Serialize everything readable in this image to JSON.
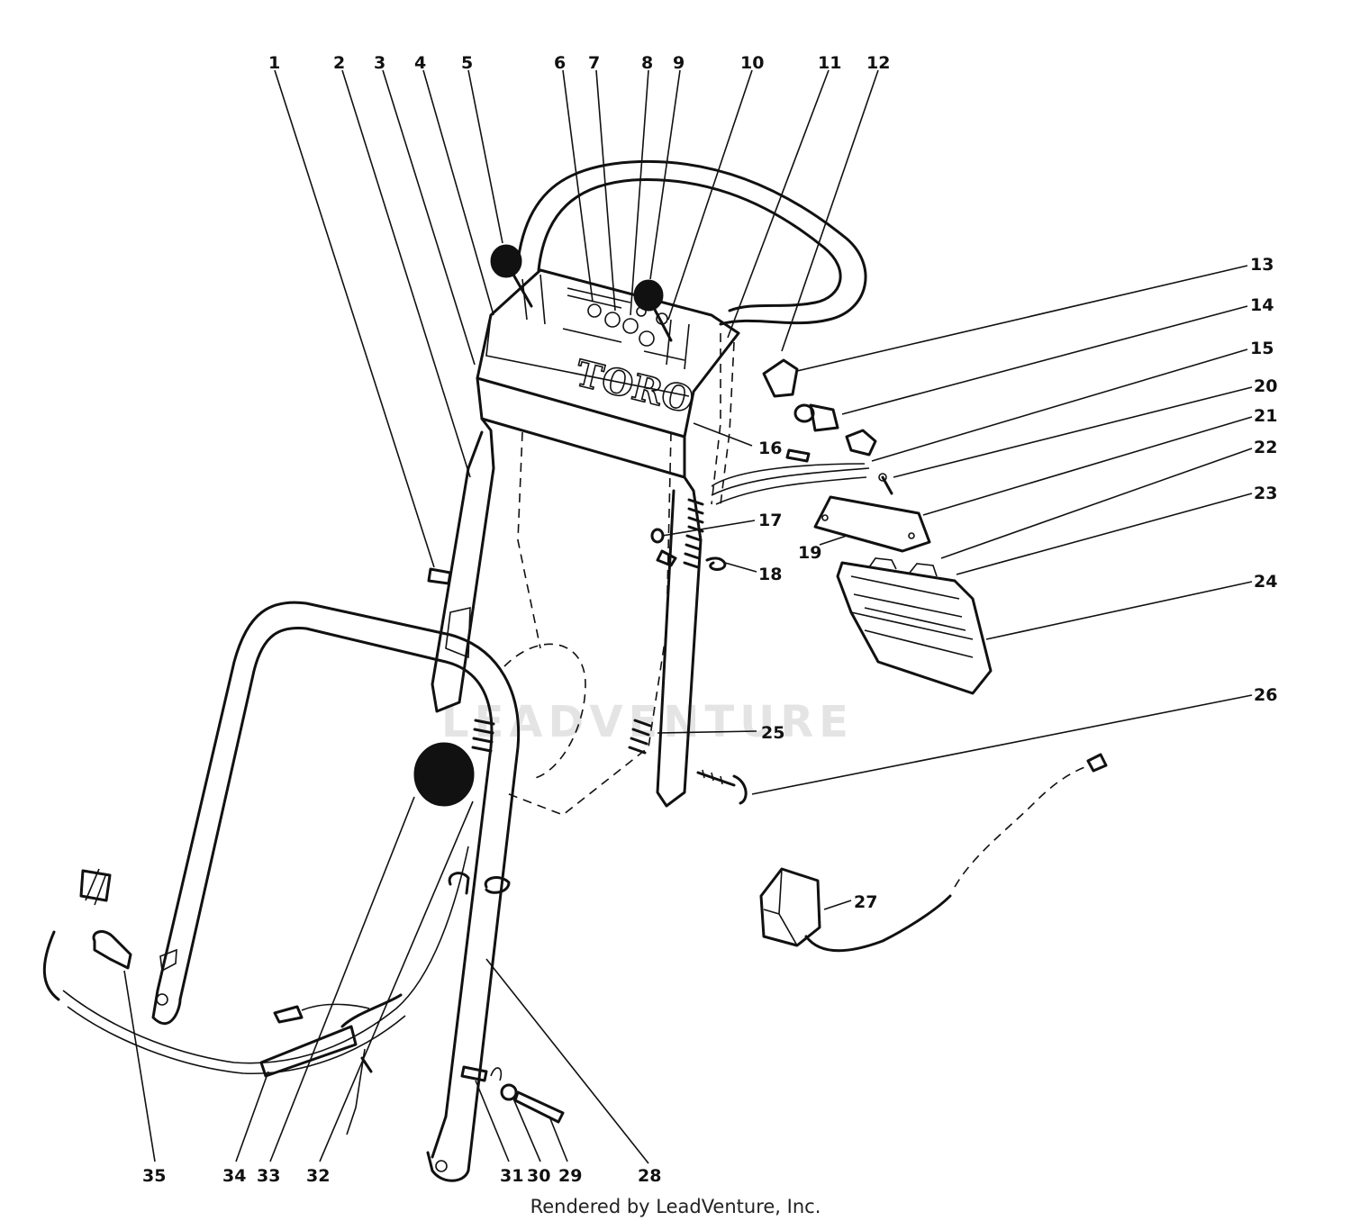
{
  "diagram": {
    "brand_label": "TORO",
    "watermark": "LEADVENTURE",
    "callouts": [
      "1",
      "2",
      "3",
      "4",
      "5",
      "6",
      "7",
      "8",
      "9",
      "10",
      "11",
      "12",
      "13",
      "14",
      "15",
      "16",
      "17",
      "18",
      "19",
      "20",
      "21",
      "22",
      "23",
      "24",
      "25",
      "26",
      "27",
      "28",
      "29",
      "30",
      "31",
      "32",
      "33",
      "34",
      "35"
    ]
  },
  "footer": {
    "text": "Rendered by LeadVenture, Inc."
  }
}
